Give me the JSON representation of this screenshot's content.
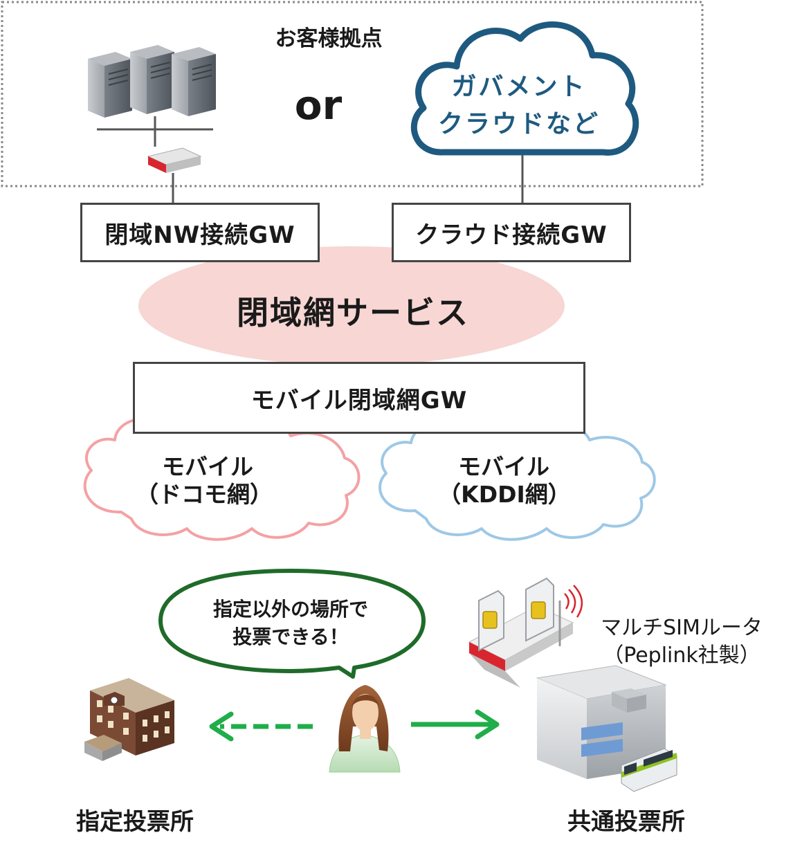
{
  "customer_site": {
    "title": "お客様拠点",
    "or_text": "or"
  },
  "gov_cloud": {
    "line1": "ガバメント",
    "line2": "クラウドなど"
  },
  "gateways": {
    "closed_nw": "閉域NW接続GW",
    "cloud": "クラウド接続GW",
    "mobile": "モバイル閉域網GW"
  },
  "closed_network_service": "閉域網サービス",
  "mobile_docomo": {
    "line1": "モバイル",
    "line2": "（ドコモ網）"
  },
  "mobile_kddi": {
    "line1": "モバイル",
    "line2": "（KDDI網）"
  },
  "speech": {
    "line1": "指定以外の場所で",
    "line2": "投票できる！"
  },
  "router": {
    "line1": "マルチSIMルータ",
    "line2": "（Peplink社製）"
  },
  "designated_station": "指定投票所",
  "common_station": "共通投票所",
  "icons": [
    "server-rack-icon",
    "router-icon",
    "cloud-icon",
    "sim-card-icon",
    "wifi-signal-icon",
    "school-building-icon",
    "person-icon",
    "office-building-icon",
    "train-icon",
    "dashed-arrow-left-icon",
    "arrow-right-icon"
  ],
  "colors": {
    "cloud_blue": "#1e5a80",
    "oval_pink": "#f7d6d4",
    "docomo_cloud": "#f4a1a4",
    "kddi_cloud": "#9ec8e6",
    "speech_green": "#1f6b2a",
    "arrow_green": "#1fae4a",
    "router_red": "#d9252e"
  }
}
